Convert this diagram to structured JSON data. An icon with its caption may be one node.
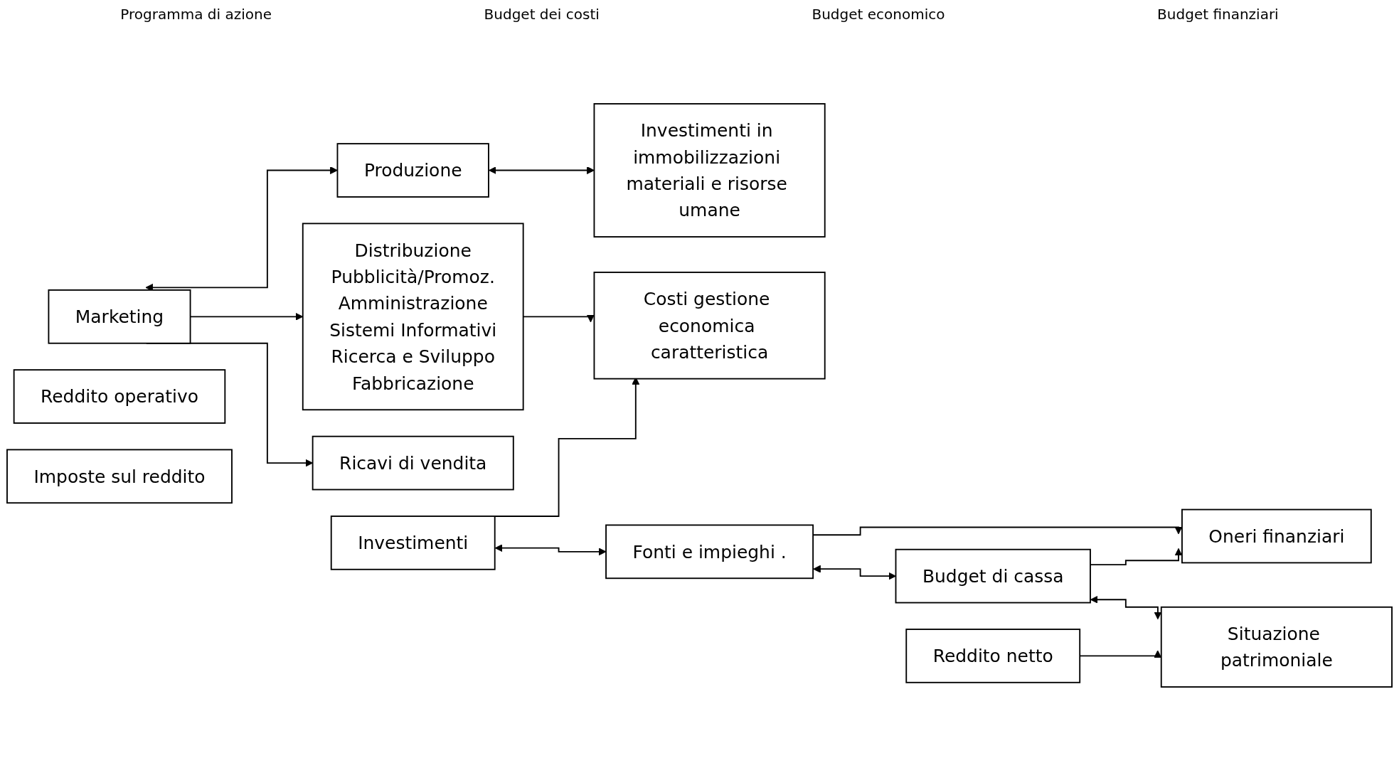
{
  "diagram": {
    "nodes": [
      {
        "text": [
          "Marketing"
        ]
      },
      {
        "text": [
          "Produzione"
        ]
      },
      {
        "text": [
          "Investimenti in immobilizzazioni materiali e risorse umane"
        ]
      },
      {
        "text": [
          "Distribuzione",
          "Pubblicità/Promoz.",
          "Amministrazione",
          "Sistemi Informativi",
          "Ricerca e Sviluppo",
          "Fabbricazione"
        ]
      },
      {
        "text": [
          "Ricavi di vendita"
        ]
      },
      {
        "text": [
          "Costi gestione economica caratteristica"
        ]
      },
      {
        "text": [
          "Reddito operativo"
        ]
      },
      {
        "text": [
          "Oneri finanziari"
        ]
      },
      {
        "text": [
          "Imposte sul reddito"
        ]
      },
      {
        "text": [
          "Reddito netto"
        ]
      },
      {
        "text": [
          "Investimenti"
        ]
      },
      {
        "text": [
          "Fonti e impieghi ."
        ]
      },
      {
        "text": [
          "Budget di cassa"
        ]
      },
      {
        "text": [
          "Situazione patrimoniale"
        ]
      }
    ],
    "edges": [
      {
        "from": 0,
        "to": 4,
        "arrow": "to"
      },
      {
        "from": 0,
        "to": 3,
        "arrow": "to"
      },
      {
        "from": 0,
        "to": 1,
        "arrow": "both"
      },
      {
        "from": 1,
        "to": 2,
        "arrow": "both"
      },
      {
        "from": 3,
        "to": 5,
        "arrow": "to"
      },
      {
        "from": 10,
        "to": 5,
        "arrow": "to"
      },
      {
        "from": 10,
        "to": 11,
        "arrow": "both"
      },
      {
        "from": 11,
        "to": 7,
        "arrow": "to"
      },
      {
        "from": 12,
        "to": 7,
        "arrow": "to"
      },
      {
        "from": 11,
        "to": 12,
        "arrow": "both"
      },
      {
        "from": 12,
        "to": 13,
        "arrow": "both"
      },
      {
        "from": 9,
        "to": 13,
        "arrow": "to"
      }
    ],
    "labels": [
      "Programma di azione",
      "Budget dei costi",
      "Budget economico",
      "Budget finanziari"
    ]
  }
}
